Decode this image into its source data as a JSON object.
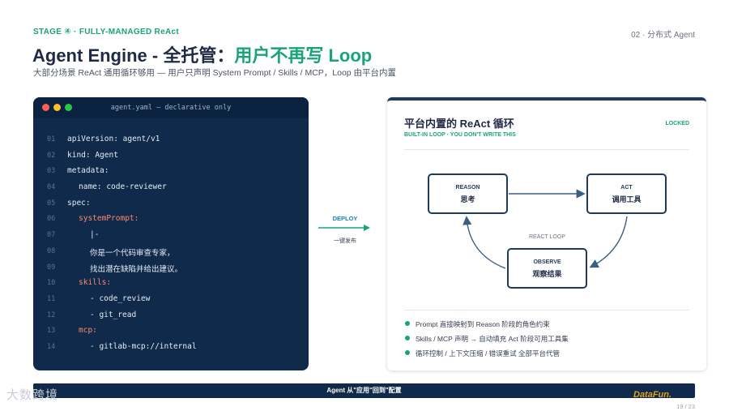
{
  "header": {
    "stage": "STAGE ④ · FULLY-MANAGED ReAct",
    "page_tag": "02 · 分布式 Agent",
    "title_main": "Agent Engine - 全托管：",
    "title_accent": "用户不再写 Loop",
    "subtitle": "大部分场景 ReAct 通用循环够用 — 用户只声明 System Prompt / Skills / MCP，Loop 由平台内置"
  },
  "editor": {
    "filename": "agent.yaml — declarative only",
    "lines": [
      {
        "no": "01",
        "text": "apiVersion:  agent/v1",
        "indent": 0,
        "accent": false
      },
      {
        "no": "02",
        "text": "kind:  Agent",
        "indent": 0,
        "accent": false
      },
      {
        "no": "03",
        "text": "metadata:",
        "indent": 0,
        "accent": false
      },
      {
        "no": "04",
        "text": "name:  code-reviewer",
        "indent": 1,
        "accent": false
      },
      {
        "no": "05",
        "text": "spec:",
        "indent": 0,
        "accent": false
      },
      {
        "no": "06",
        "text": "systemPrompt:",
        "indent": 1,
        "accent": true
      },
      {
        "no": "07",
        "text": "|-",
        "indent": 2,
        "accent": false
      },
      {
        "no": "08",
        "text": "你是一个代码审查专家，",
        "indent": 2,
        "accent": false
      },
      {
        "no": "09",
        "text": "找出潜在缺陷并给出建议。",
        "indent": 2,
        "accent": false
      },
      {
        "no": "10",
        "text": "skills:",
        "indent": 1,
        "accent": true
      },
      {
        "no": "11",
        "text": "- code_review",
        "indent": 2,
        "accent": false
      },
      {
        "no": "12",
        "text": "- git_read",
        "indent": 2,
        "accent": false
      },
      {
        "no": "13",
        "text": "mcp:",
        "indent": 1,
        "accent": true
      },
      {
        "no": "14",
        "text": "- gitlab-mcp://internal",
        "indent": 2,
        "accent": false
      }
    ]
  },
  "deploy": {
    "label": "DEPLOY",
    "sublabel": "一键发布"
  },
  "loop": {
    "title": "平台内置的 ReAct 循环",
    "subtitle": "BUILT-IN LOOP · YOU DON'T WRITE THIS",
    "badge": "LOCKED",
    "center_label": "REACT LOOP",
    "nodes": {
      "reason": {
        "en": "REASON",
        "zh": "思考"
      },
      "act": {
        "en": "ACT",
        "zh": "调用工具"
      },
      "observe": {
        "en": "OBSERVE",
        "zh": "观察结果"
      }
    },
    "bullets": [
      "Prompt 直接映射到 Reason 阶段的角色约束",
      "Skills / MCP 声明 → 自动填充 Act 阶段可用工具集",
      "循环控制 / 上下文压缩 / 错误重试 全部平台代管"
    ]
  },
  "footer": {
    "banner": "Agent 从\"应用\"回到\"配置",
    "watermark": "大数跨境",
    "brand": "DataFun.",
    "page_number": "19 / 23"
  },
  "colors": {
    "accent_green": "#1aa37a",
    "navy": "#0f2a4a",
    "node_border": "#1f3a5c",
    "arrow_blue": "#1a7fb0"
  }
}
